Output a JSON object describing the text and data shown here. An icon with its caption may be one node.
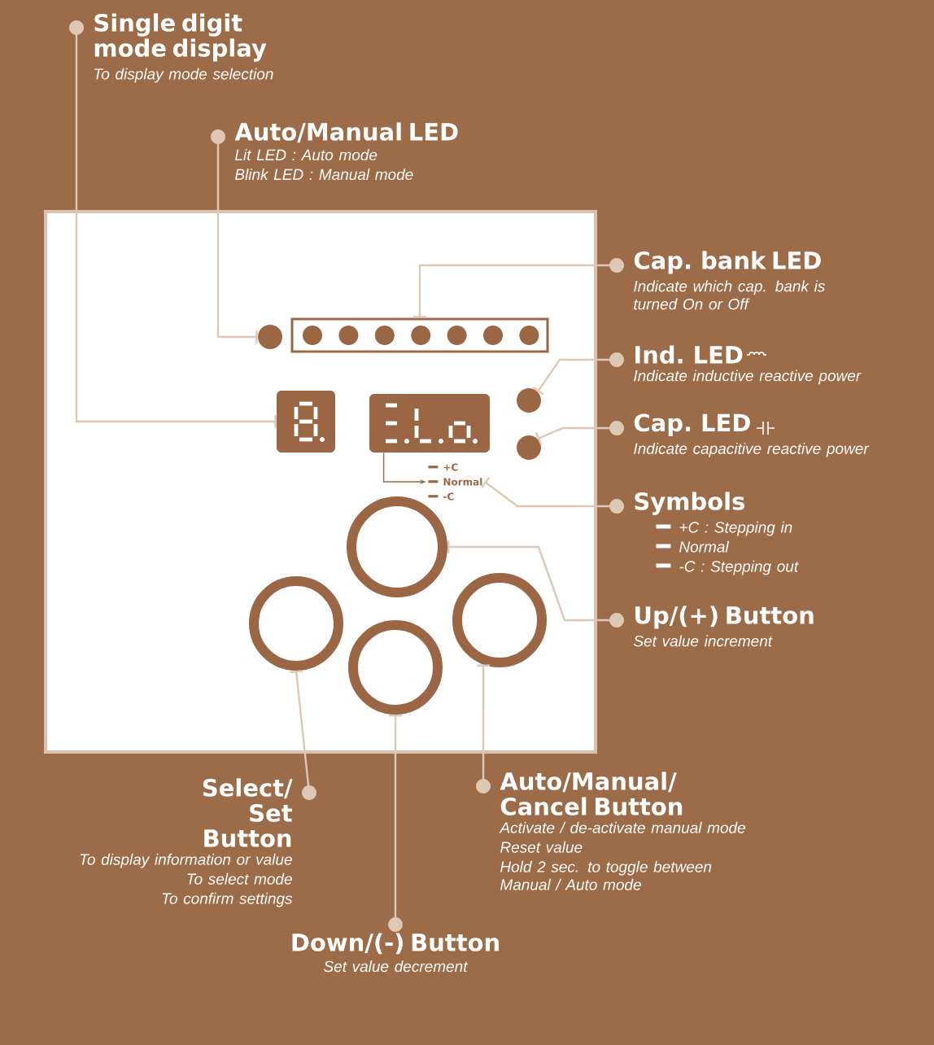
{
  "diagram": {
    "nodes": [
      {
        "text": [
          "Single digit mode display",
          "To display mode selection"
        ]
      },
      {
        "text": [
          "Auto/Manual LED",
          "Lit LED : Auto mode",
          "Blink LED : Manual mode"
        ]
      },
      {
        "text": [
          "Cap. bank LED",
          "Indicate which cap. bank is turned On or Off"
        ]
      },
      {
        "text": [
          "Ind. LED",
          "Indicate inductive reactive power"
        ]
      },
      {
        "text": [
          "Cap. LED",
          "Indicate capacitive reactive power"
        ]
      },
      {
        "text": [
          "Symbols",
          "+C : Stepping in",
          "Normal",
          "-C : Stepping out"
        ]
      },
      {
        "text": [
          "Up/(+) Button",
          "Set value increment"
        ]
      },
      {
        "text": [
          "Select/ Set Button",
          "To display information or value",
          "To select mode",
          "To confirm settings"
        ]
      },
      {
        "text": [
          "Auto/Manual/ Cancel Button",
          "Activate / de-activate manual mode",
          "Reset value",
          "Hold 2 sec. to toggle between Manual / Auto mode"
        ]
      },
      {
        "text": [
          "Down/(-) Button",
          "Set value decrement"
        ]
      },
      {
        "text": [],
        "shape": "box"
      },
      {
        "text": [],
        "shape": "circle"
      },
      {
        "text": [],
        "shape": "box"
      },
      {
        "text": [],
        "shape": "circle"
      },
      {
        "text": [],
        "shape": "circle"
      },
      {
        "text": [],
        "shape": "box"
      },
      {
        "text": [
          "+C",
          "Normal",
          "-C"
        ]
      },
      {
        "text": [],
        "shape": "circle"
      },
      {
        "text": [],
        "shape": "circle"
      },
      {
        "text": [],
        "shape": "circle"
      },
      {
        "text": [],
        "shape": "circle"
      }
    ],
    "edges": [
      {
        "from": 0,
        "to": 10,
        "arrow": "other"
      },
      {
        "from": 1,
        "to": 11,
        "arrow": "other"
      },
      {
        "from": 2,
        "to": 12,
        "arrow": "other"
      },
      {
        "from": 3,
        "to": 13,
        "arrow": "other"
      },
      {
        "from": 4,
        "to": 14,
        "arrow": "other"
      },
      {
        "from": 5,
        "to": 16,
        "arrow": "other"
      },
      {
        "from": 6,
        "to": 17,
        "arrow": "other"
      },
      {
        "from": 7,
        "to": 18,
        "arrow": "other"
      },
      {
        "from": 8,
        "to": 19,
        "arrow": "other"
      },
      {
        "from": 9,
        "to": 20,
        "arrow": "other"
      },
      {
        "from": 15,
        "to": 16,
        "arrow": "to",
        "color": "#9a6644"
      }
    ]
  }
}
